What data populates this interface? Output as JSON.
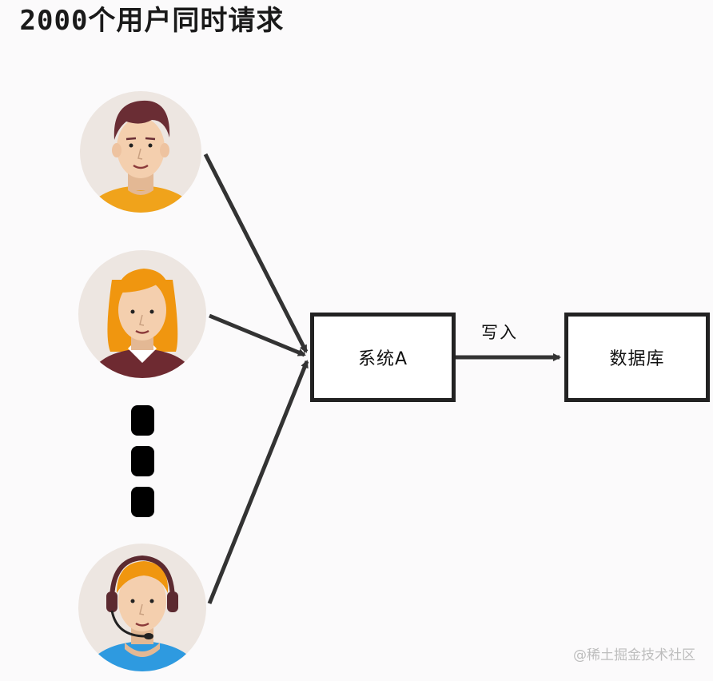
{
  "title": "2000个用户同时请求",
  "nodes": {
    "system": "系统A",
    "database": "数据库"
  },
  "edge_label": "写入",
  "watermark": "@稀土掘金技术社区",
  "users": [
    "user-1",
    "user-2",
    "user-ellipsis",
    "user-3"
  ],
  "colors": {
    "background": "#fbfafb",
    "avatar_bg": "#ede6e1",
    "skin": "#f4cfae",
    "user1_hair": "#6a2d34",
    "user1_shirt": "#f0a31b",
    "user2_hair": "#f0960f",
    "user2_shirt": "#6e2a31",
    "user3_hair": "#f0960f",
    "user3_shirt": "#2e9ae0",
    "stroke": "#222222"
  }
}
